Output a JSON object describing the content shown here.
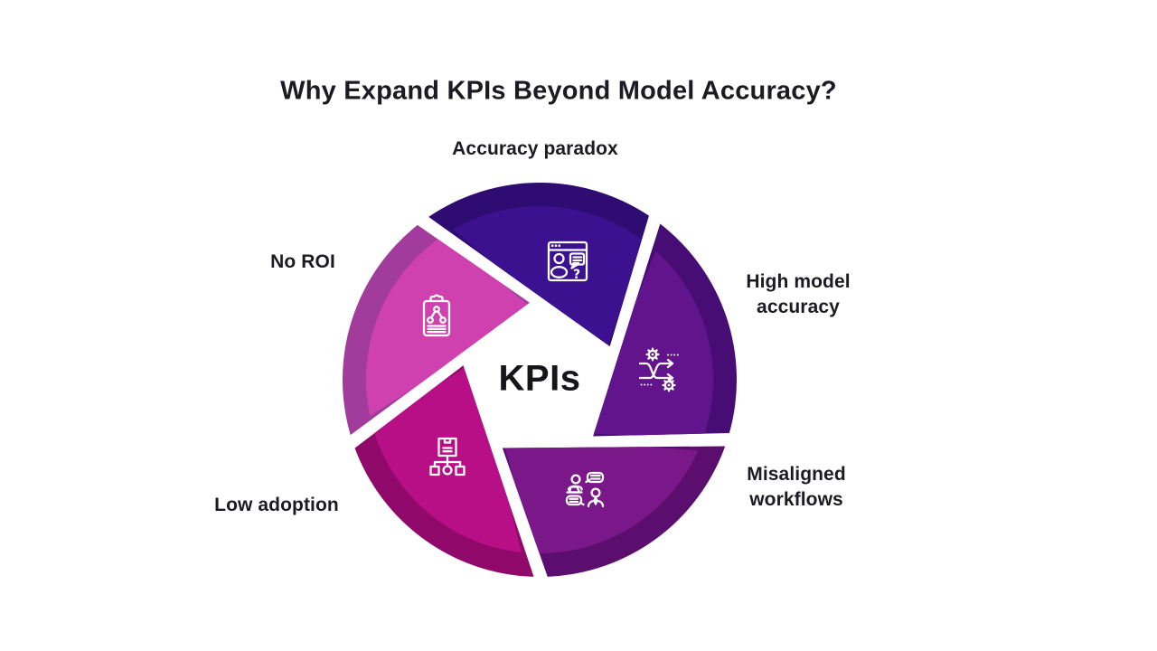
{
  "title": "Why Expand KPIs Beyond Model Accuracy?",
  "center_label": "KPIs",
  "colors": {
    "background": "#ffffff",
    "title_text": "#1c1b22",
    "label_text": "#1c1b22",
    "icon_stroke": "#ffffff"
  },
  "diagram_type": "shutter-pinwheel",
  "wheel": {
    "segments": [
      {
        "id": "accuracy-paradox",
        "label": "Accuracy paradox",
        "color_dark": "#2e0c72",
        "color_light": "#3b1190",
        "icon": "browser-user-question-icon"
      },
      {
        "id": "high-model-accuracy",
        "label": "High model\naccuracy",
        "color_dark": "#470d74",
        "color_light": "#61148c",
        "icon": "shuffle-gears-icon"
      },
      {
        "id": "misaligned-workflows",
        "label": "Misaligned\nworkflows",
        "color_dark": "#5c0e6e",
        "color_light": "#7a1889",
        "icon": "people-chat-icon"
      },
      {
        "id": "low-adoption",
        "label": "Low adoption",
        "color_dark": "#90096a",
        "color_light": "#b80e86",
        "icon": "package-network-icon"
      },
      {
        "id": "no-roi",
        "label": "No ROI",
        "color_dark": "#a23c9c",
        "color_light": "#cf41ae",
        "icon": "clipboard-branch-icon"
      }
    ]
  }
}
